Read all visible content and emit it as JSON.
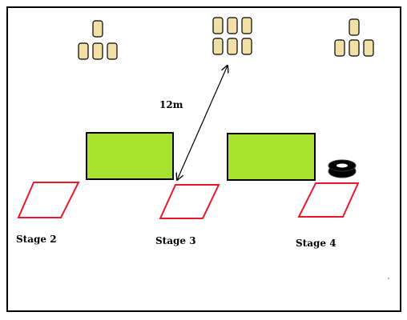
{
  "diagram": {
    "distance_label": "12m",
    "stages": [
      {
        "label": "Stage 2"
      },
      {
        "label": "Stage 3"
      },
      {
        "label": "Stage 4"
      }
    ],
    "target_groups": [
      {
        "name": "pyramid-left",
        "count": 4
      },
      {
        "name": "grid-center",
        "count": 6
      },
      {
        "name": "pyramid-right",
        "count": 4
      }
    ],
    "colors": {
      "border": "#000000",
      "barricade": "#a6e22e",
      "shooting_box": "#e8182d",
      "target_fill": "#f1e1a6",
      "tire": "#000000"
    }
  }
}
